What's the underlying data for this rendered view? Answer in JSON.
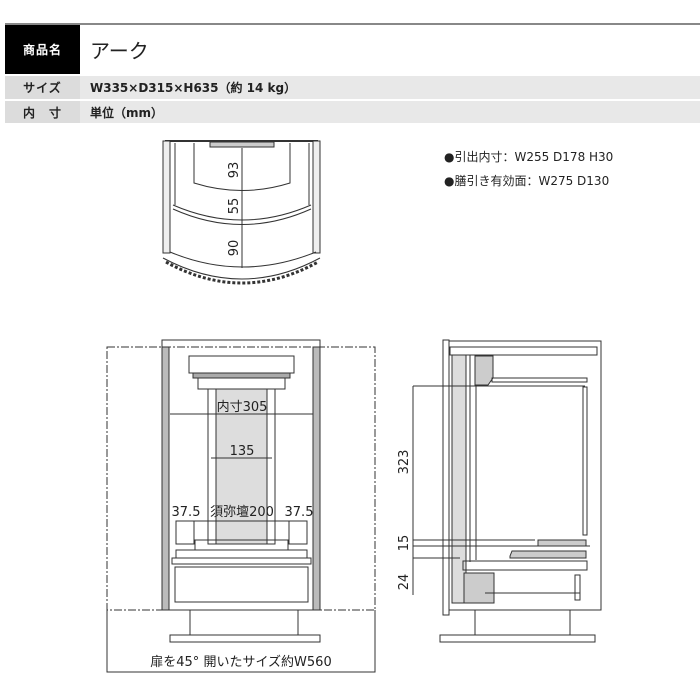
{
  "spec_table": {
    "rows": [
      {
        "label": "商品名",
        "value": "アーク"
      },
      {
        "label": "サイズ",
        "value": "W335×D315×H635（約 14 kg）"
      },
      {
        "label": "内　寸",
        "value": "単位（mm）"
      }
    ]
  },
  "notes": [
    "●引出内寸：W255 D178 H30",
    "●膳引き有効面：W275 D130"
  ],
  "top_view": {
    "dims": [
      "93",
      "55",
      "90"
    ]
  },
  "front_view": {
    "inner_width": "内寸305",
    "center_width": "135",
    "side_left": "37.5",
    "sumidan": "須弥壇200",
    "side_right": "37.5",
    "door_open_note": "扉を45° 開いたサイズ約W560"
  },
  "side_view": {
    "dims": [
      "323",
      "15",
      "24"
    ]
  }
}
